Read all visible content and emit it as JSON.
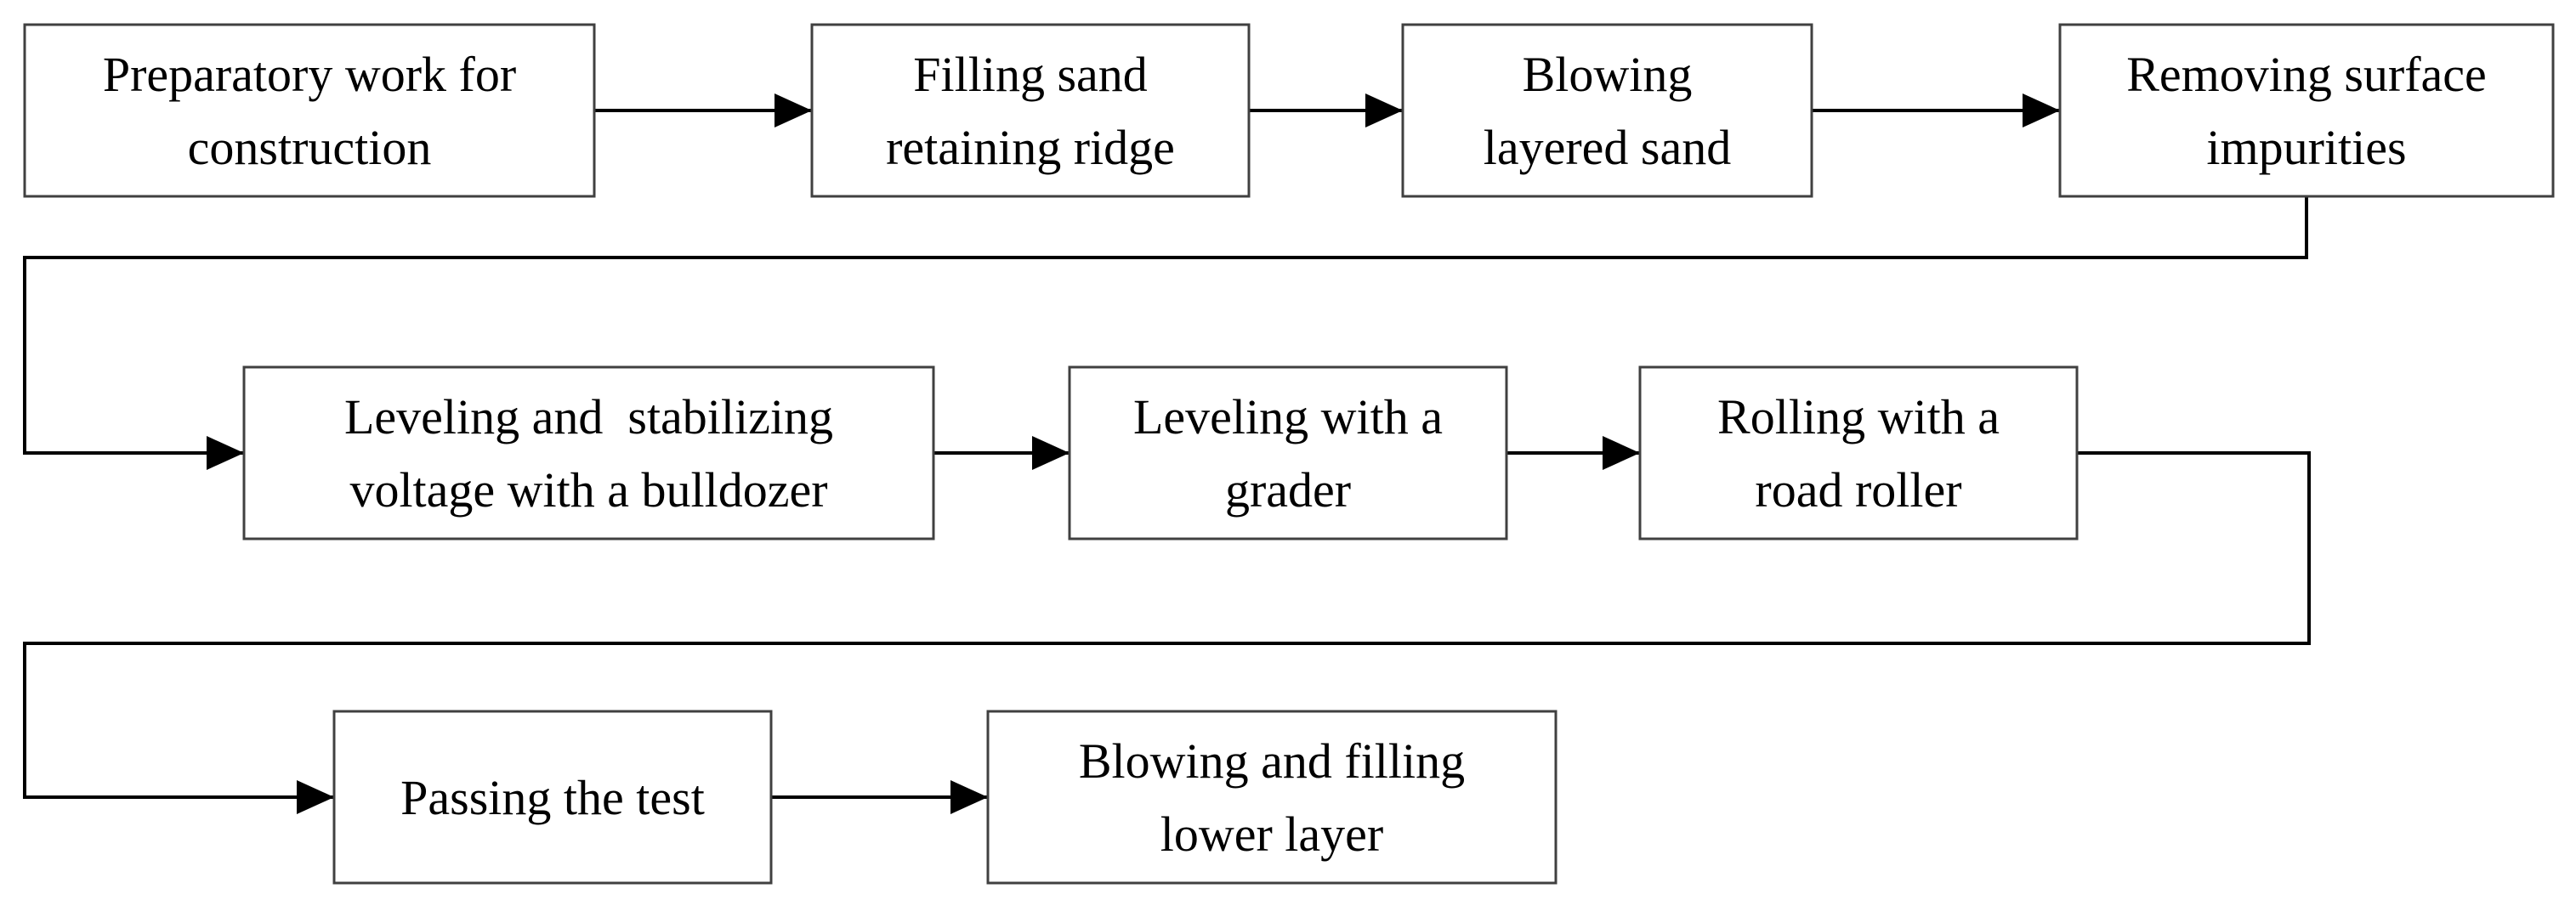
{
  "steps": [
    {
      "id": "preparatory-work",
      "lines": [
        "Preparatory work for",
        "construction"
      ]
    },
    {
      "id": "filling-sand-ridge",
      "lines": [
        "Filling sand",
        "retaining ridge"
      ]
    },
    {
      "id": "blowing-layered-sand",
      "lines": [
        "Blowing",
        "layered sand"
      ]
    },
    {
      "id": "removing-impurities",
      "lines": [
        "Removing surface",
        "impurities"
      ]
    },
    {
      "id": "leveling-bulldozer",
      "lines": [
        "Leveling and  stabilizing",
        "voltage with a bulldozer"
      ]
    },
    {
      "id": "leveling-grader",
      "lines": [
        "Leveling with a",
        "grader"
      ]
    },
    {
      "id": "rolling-road-roller",
      "lines": [
        "Rolling with a",
        "road roller"
      ]
    },
    {
      "id": "passing-test",
      "lines": [
        "Passing the test"
      ]
    },
    {
      "id": "blowing-lower-layer",
      "lines": [
        "Blowing and filling",
        "lower layer"
      ]
    }
  ],
  "flow": [
    [
      "preparatory-work",
      "filling-sand-ridge"
    ],
    [
      "filling-sand-ridge",
      "blowing-layered-sand"
    ],
    [
      "blowing-layered-sand",
      "removing-impurities"
    ],
    [
      "removing-impurities",
      "leveling-bulldozer"
    ],
    [
      "leveling-bulldozer",
      "leveling-grader"
    ],
    [
      "leveling-grader",
      "rolling-road-roller"
    ],
    [
      "rolling-road-roller",
      "passing-test"
    ],
    [
      "passing-test",
      "blowing-lower-layer"
    ]
  ]
}
